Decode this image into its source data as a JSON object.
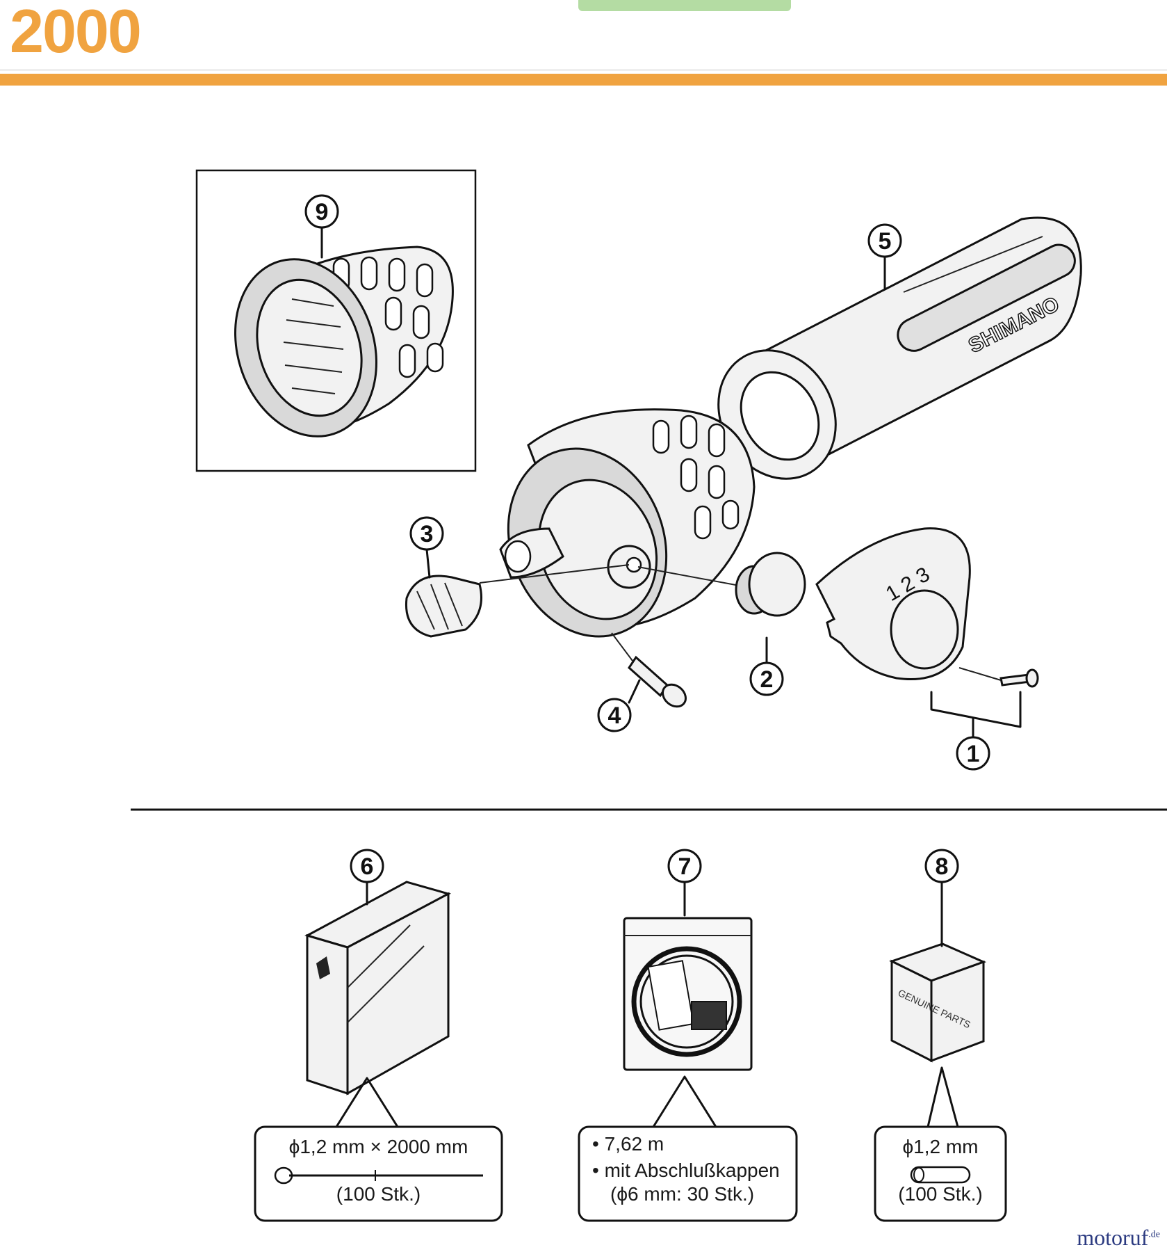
{
  "header": {
    "title": "2000"
  },
  "callouts": [
    {
      "num": "1"
    },
    {
      "num": "2"
    },
    {
      "num": "3"
    },
    {
      "num": "4"
    },
    {
      "num": "5"
    },
    {
      "num": "6"
    },
    {
      "num": "7"
    },
    {
      "num": "8"
    },
    {
      "num": "9"
    }
  ],
  "grip_logo": "SHIMANO",
  "shifter_marks": "1 2 3",
  "spec_6": {
    "line1": "ϕ1,2 mm × 2000 mm",
    "line2": "(100 Stk.)"
  },
  "spec_7": {
    "line1": "7,62 m",
    "line2": "mit Abschlußkappen",
    "line3": "(ϕ6 mm: 30 Stk.)"
  },
  "spec_8": {
    "line1": "ϕ1,2 mm",
    "line2": "(100 Stk.)"
  },
  "box_8_text": "GENUINE PARTS",
  "brand": {
    "name": "motoruf",
    "suffix": ".de"
  },
  "colors": {
    "accent_orange": "#f0a340",
    "tab_green": "#b4dca3",
    "brand_blue": "#2b3a80"
  }
}
